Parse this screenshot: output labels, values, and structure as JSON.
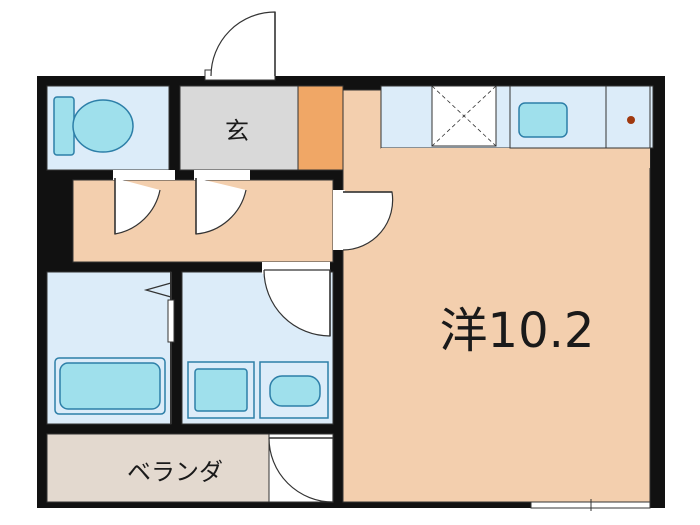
{
  "rooms": {
    "western_room": "洋10.2",
    "entrance": "玄",
    "balcony": "ベランダ"
  },
  "colors": {
    "wall": "#111111",
    "western_room_floor": "#f3cfae",
    "hallway_floor": "#f3cfae",
    "entrance_floor": "#d9d9d9",
    "balcony_floor": "#e3d9cf",
    "wet_area_floor": "#dcecf9",
    "fixture_fill": "#9fe0ec",
    "fixture_stroke": "#2d7fa8",
    "shoe_cabinet": "#f0a766",
    "stove_knob": "#a0390f"
  },
  "icons": [
    "toilet-icon",
    "bathtub-icon",
    "washbasin-icon",
    "washing-machine-icon",
    "kitchen-sink-icon",
    "stove-icon",
    "door-swing-icon"
  ]
}
